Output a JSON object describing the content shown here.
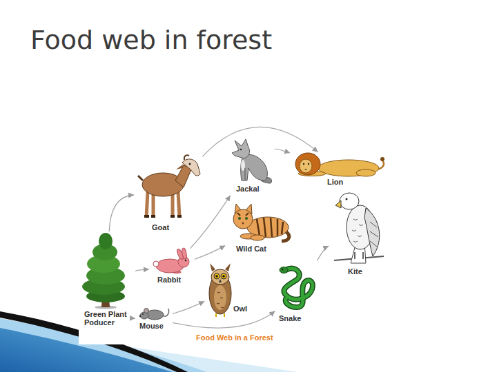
{
  "diagram": {
    "title": "Food web in forest",
    "caption": "Food Web in a Forest",
    "nodes": [
      {
        "text": [
          "Green Plant Poducer"
        ]
      },
      {
        "text": [
          "Goat"
        ]
      },
      {
        "text": [
          "Rabbit"
        ]
      },
      {
        "text": [
          "Mouse"
        ]
      },
      {
        "text": [
          "Jackal"
        ]
      },
      {
        "text": [
          "Wild Cat"
        ]
      },
      {
        "text": [
          "Owl"
        ]
      },
      {
        "text": [
          "Snake"
        ]
      },
      {
        "text": [
          "Lion"
        ]
      },
      {
        "text": [
          "Kite"
        ]
      }
    ],
    "edges": [
      {
        "from": 0,
        "to": 1,
        "arrow": "to"
      },
      {
        "from": 0,
        "to": 2,
        "arrow": "to"
      },
      {
        "from": 0,
        "to": 3,
        "arrow": "to"
      },
      {
        "from": 1,
        "to": 8,
        "arrow": "to"
      },
      {
        "from": 2,
        "to": 4,
        "arrow": "to"
      },
      {
        "from": 2,
        "to": 5,
        "arrow": "to"
      },
      {
        "from": 3,
        "to": 6,
        "arrow": "to"
      },
      {
        "from": 3,
        "to": 7,
        "arrow": "to"
      },
      {
        "from": 4,
        "to": 8,
        "arrow": "to"
      },
      {
        "from": 7,
        "to": 9,
        "arrow": "to"
      }
    ]
  }
}
